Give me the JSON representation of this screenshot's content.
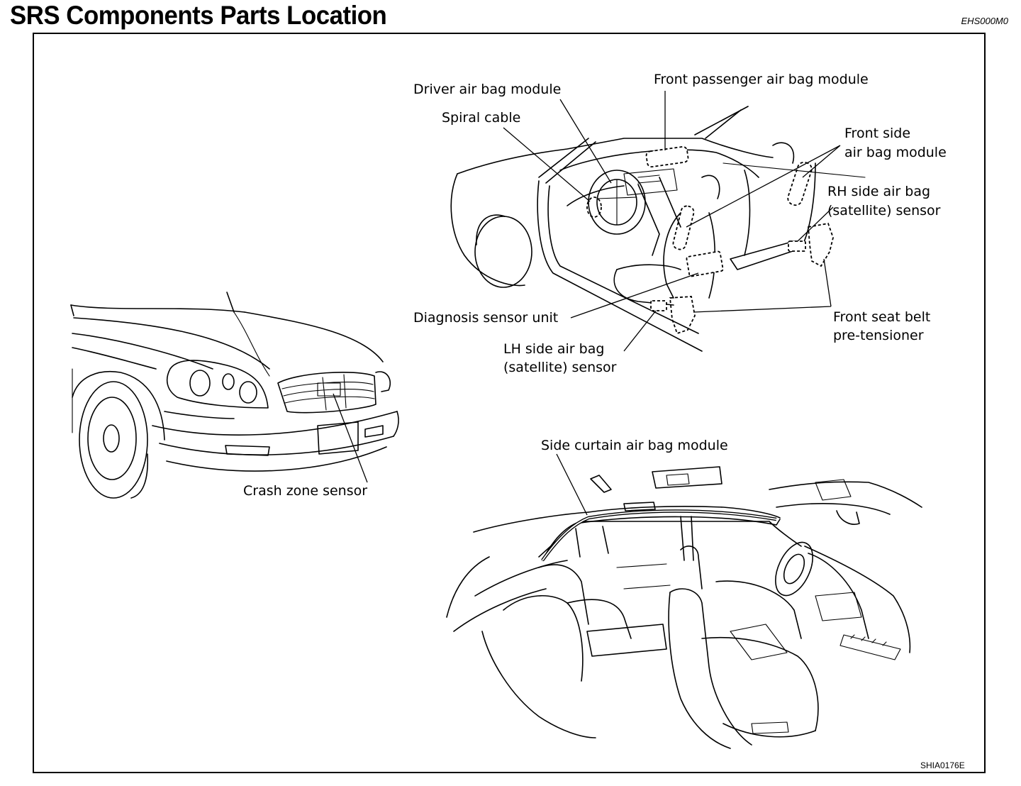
{
  "header": {
    "title": "SRS Components Parts Location",
    "doc_code": "EHS000M0"
  },
  "figure": {
    "id": "SHIA0176E",
    "labels": {
      "driver_air_bag_module": "Driver air bag module",
      "front_passenger_air_bag_module": "Front passenger air bag module",
      "spiral_cable": "Spiral cable",
      "front_side_air_bag_module_1": "Front side",
      "front_side_air_bag_module_2": "air bag module",
      "rh_side_air_bag_sensor_1": "RH side air bag",
      "rh_side_air_bag_sensor_2": "(satellite) sensor",
      "diagnosis_sensor_unit": "Diagnosis sensor unit",
      "front_seat_belt_pretensioner_1": "Front seat belt",
      "front_seat_belt_pretensioner_2": "pre-tensioner",
      "lh_side_air_bag_sensor_1": "LH side air bag",
      "lh_side_air_bag_sensor_2": "(satellite) sensor",
      "crash_zone_sensor": "Crash zone sensor",
      "side_curtain_air_bag_module": "Side curtain air bag module"
    }
  }
}
